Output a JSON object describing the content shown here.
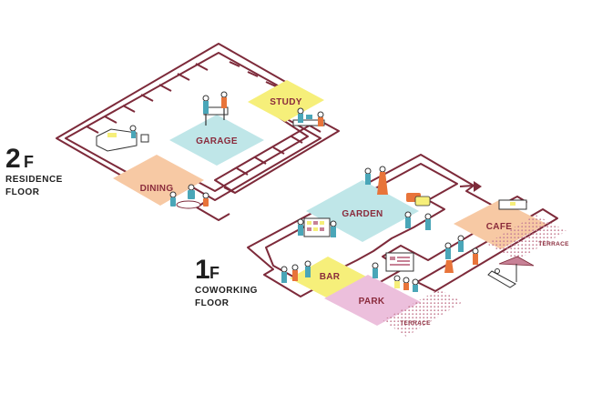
{
  "floors": {
    "second": {
      "number": "2",
      "unit": "F",
      "line1": "RESIDENCE",
      "line2": "FLOOR"
    },
    "first": {
      "number": "1",
      "unit": "F",
      "line1": "COWORKING",
      "line2": "FLOOR"
    }
  },
  "zones": {
    "study": "STUDY",
    "garage": "GARAGE",
    "dining": "DINING",
    "garden": "GARDEN",
    "cafe": "CAFE",
    "bar": "BAR",
    "park": "PARK"
  },
  "terraces": {
    "cafe_terrace": "TERRACE",
    "park_terrace": "TERRACE"
  },
  "colors": {
    "outline": "#7d2a3a",
    "study": "#f6ef7a",
    "garage": "#bfe6e8",
    "dining": "#f7c9a4",
    "garden": "#bfe6e8",
    "cafe": "#f7c9a4",
    "bar": "#f6ef7a",
    "park": "#ecbfdc",
    "terrace_dots": "#c78196",
    "figure_shirt": "#4aa6b8",
    "figure_accent": "#e8743a"
  }
}
